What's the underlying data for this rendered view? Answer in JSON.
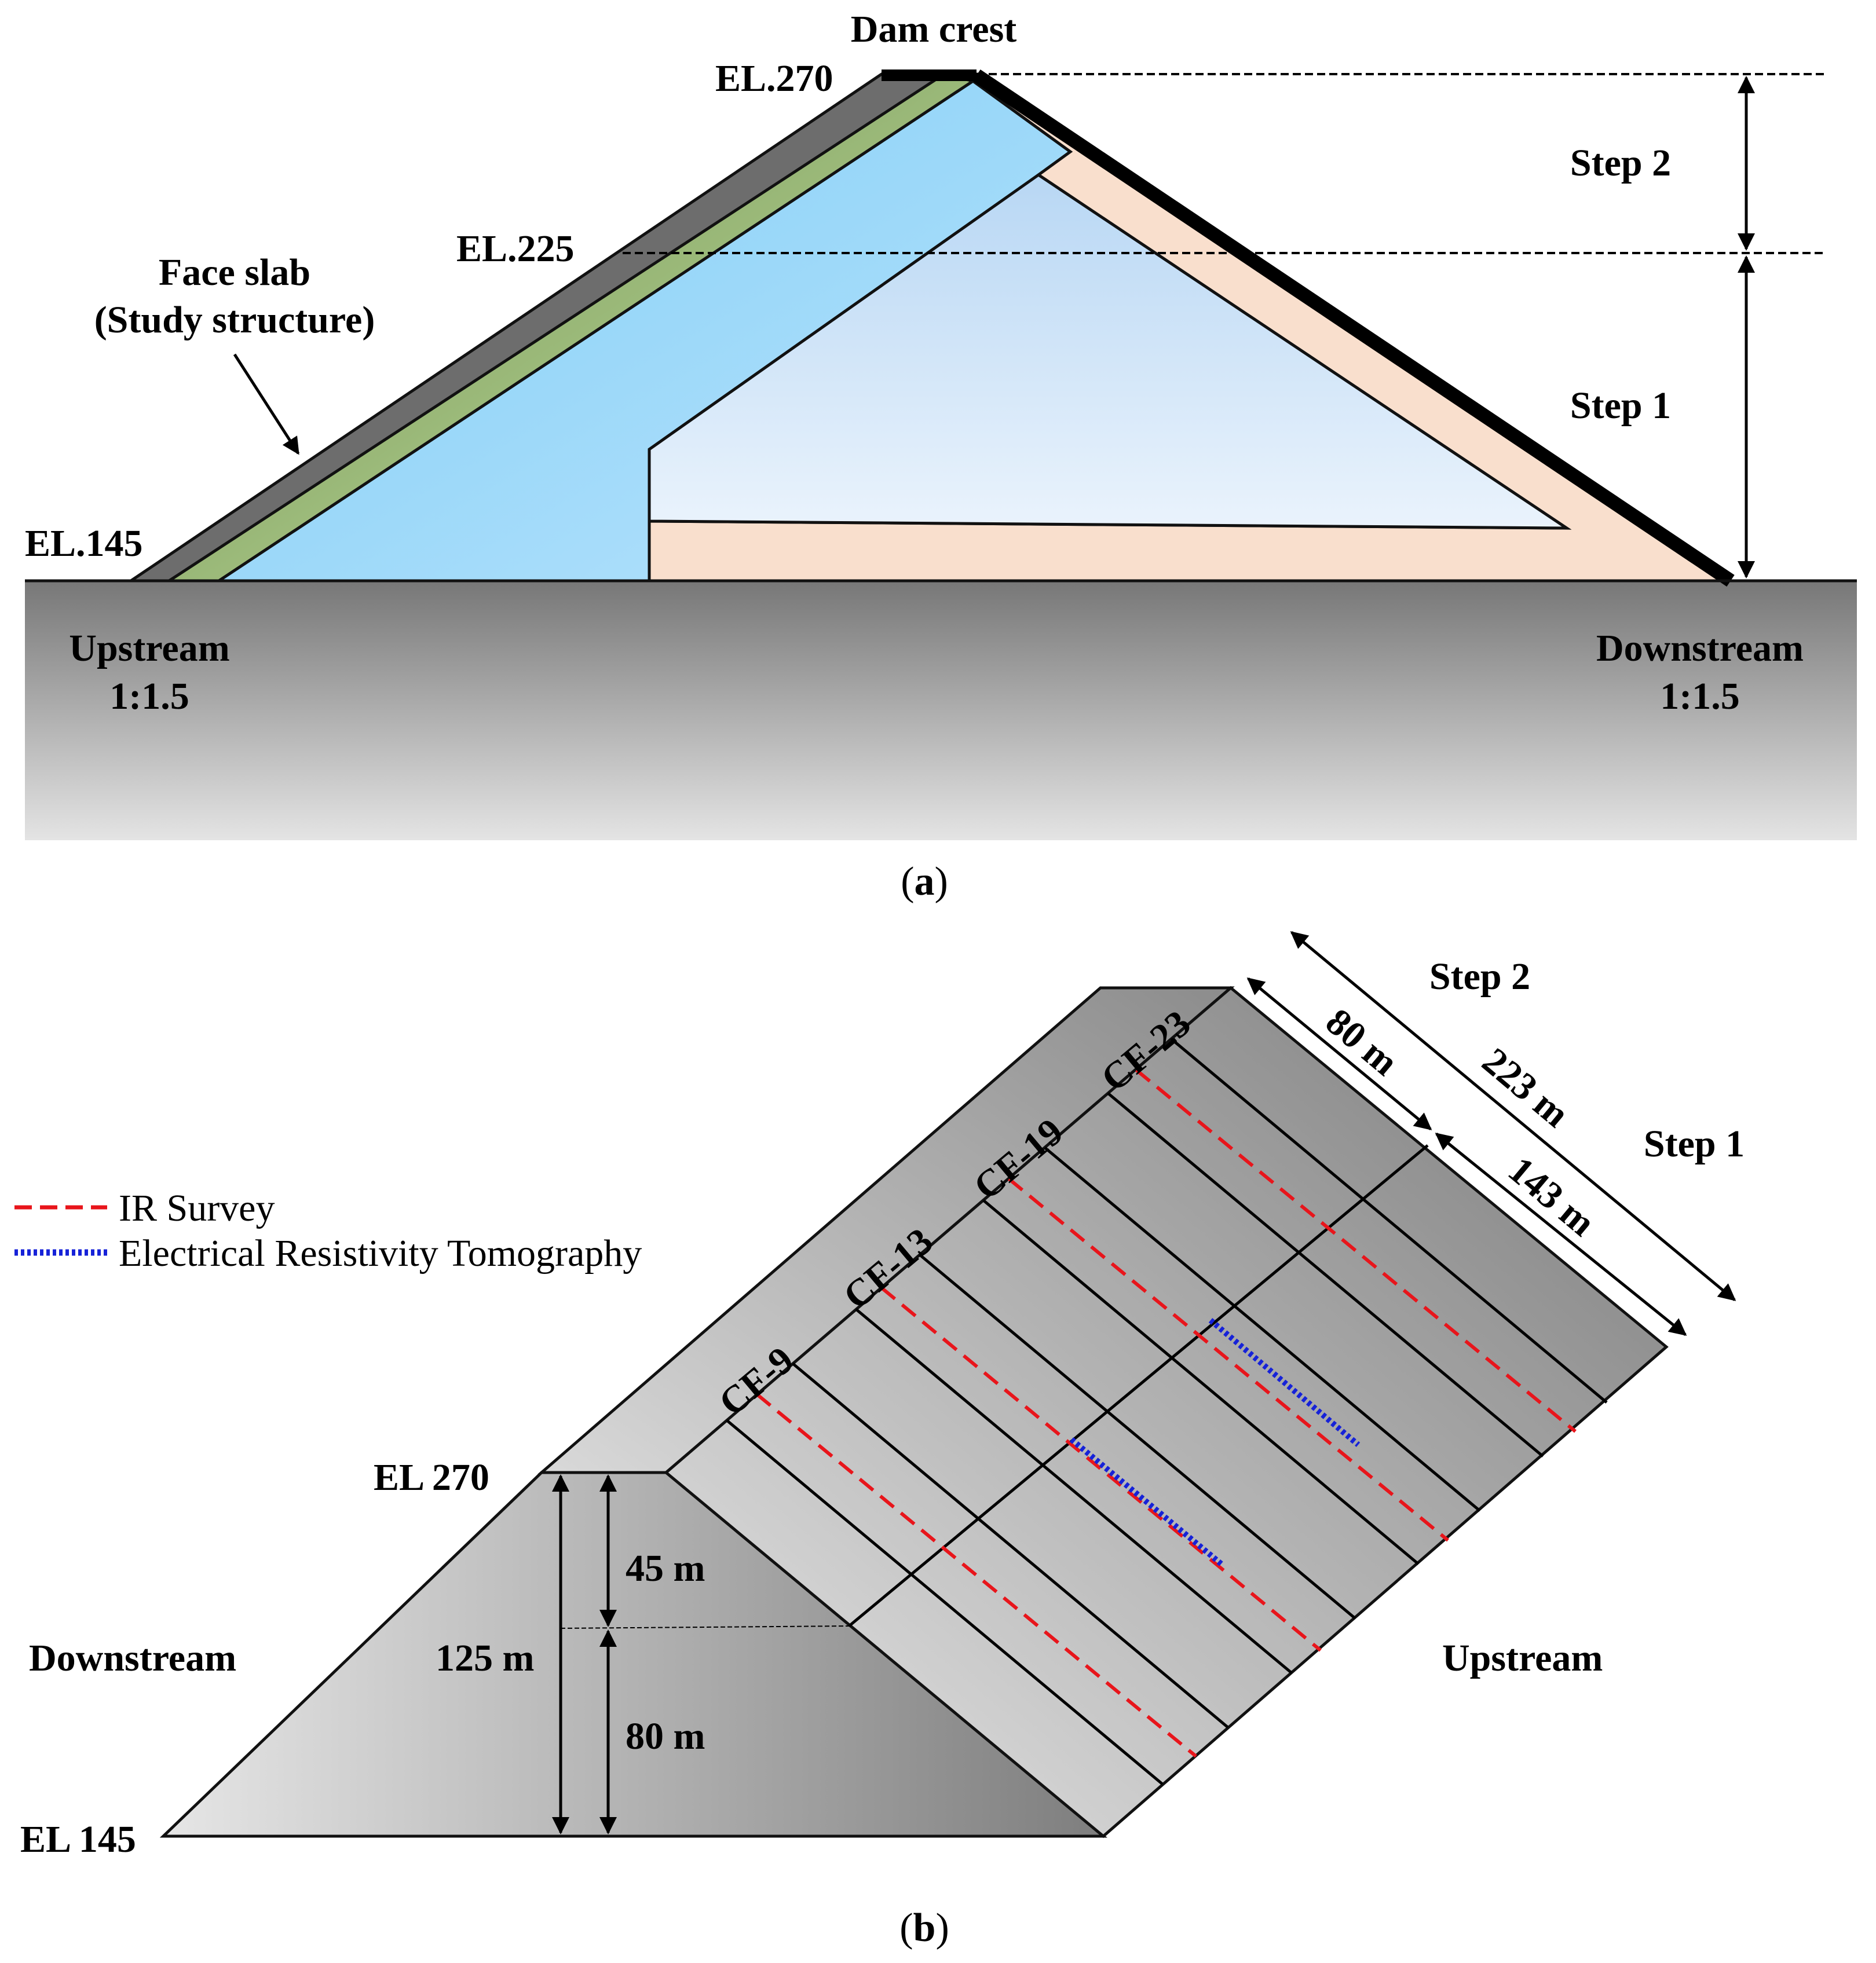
{
  "panel_a": {
    "caption_open": "(",
    "caption_letter": "a",
    "caption_close": ")",
    "labels": {
      "dam_crest": "Dam crest",
      "el_270": "EL.270",
      "el_225": "EL.225",
      "el_145": "EL.145",
      "face_slab_line1": "Face slab",
      "face_slab_line2": "(Study structure)",
      "step_2": "Step 2",
      "step_1": "Step 1",
      "upstream": "Upstream",
      "upstream_slope": "1:1.5",
      "downstream": "Downstream",
      "downstream_slope": "1:1.5"
    }
  },
  "panel_b": {
    "caption_open": "(",
    "caption_letter": "b",
    "caption_close": ")",
    "legend": [
      {
        "label": "IR Survey",
        "color": "#e8151b",
        "style": "dashed"
      },
      {
        "label": "Electrical Resistivity Tomography",
        "color": "#1622d8",
        "style": "dotted"
      }
    ],
    "slab_labels": [
      "CF-9",
      "CF-13",
      "CF-19",
      "CF-23"
    ],
    "labels": {
      "step_2": "Step 2",
      "step_1": "Step 1",
      "dim_80_top": "80 m",
      "dim_223": "223 m",
      "dim_143": "143 m",
      "el_270": "EL 270",
      "el_145": "EL 145",
      "dim_45": "45 m",
      "dim_125": "125 m",
      "dim_80_side": "80 m",
      "downstream": "Downstream",
      "upstream": "Upstream"
    }
  }
}
